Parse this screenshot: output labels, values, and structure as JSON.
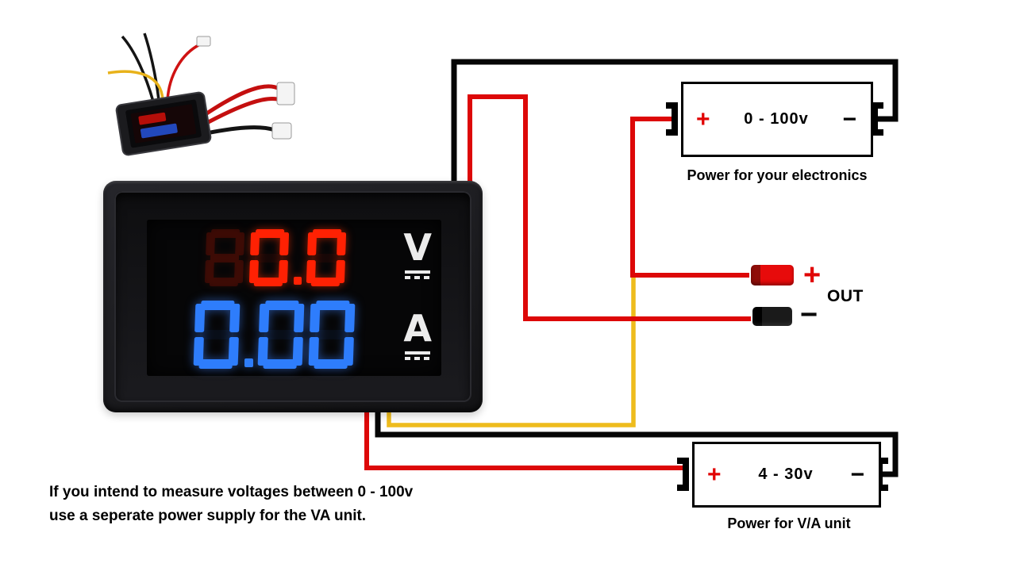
{
  "meter": {
    "volts_ghost": "8",
    "volts": "0.0",
    "amps": "0.00",
    "volt_unit": "V",
    "amp_unit": "A"
  },
  "power_box_1": {
    "plus": "+",
    "range": "0 - 100v",
    "minus": "−",
    "caption": "Power for your electronics"
  },
  "power_box_2": {
    "plus": "+",
    "range": "4 - 30v",
    "minus": "−",
    "caption": "Power for V/A unit"
  },
  "out": {
    "plus": "+",
    "minus": "−",
    "label": "OUT"
  },
  "note": {
    "line1": "If you intend to measure voltages between 0 - 100v",
    "line2": "use a seperate power supply for the VA unit."
  },
  "colors": {
    "wire_black": "#050505",
    "wire_red": "#dd0808",
    "wire_yellow": "#eebc1d",
    "digit_red": "#ff2103",
    "digit_blue": "#2e7dfc",
    "terminal_red": "#e70b0b",
    "terminal_black": "#111111"
  }
}
